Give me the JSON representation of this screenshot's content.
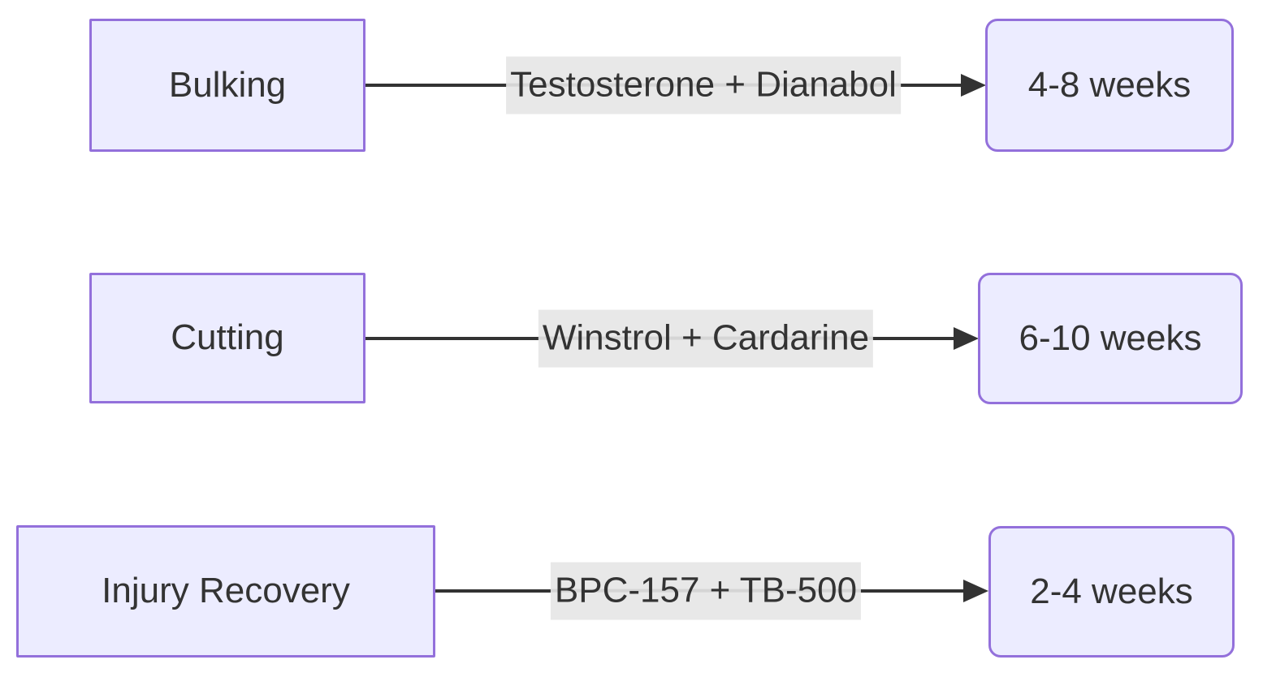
{
  "diagram": {
    "type": "flowchart",
    "direction": "left-to-right",
    "rows": [
      {
        "source": "Bulking",
        "edge_label": "Testosterone + Dianabol",
        "target": "4-8 weeks"
      },
      {
        "source": "Cutting",
        "edge_label": "Winstrol + Cardarine",
        "target": "6-10 weeks"
      },
      {
        "source": "Injury Recovery",
        "edge_label": "BPC-157 + TB-500",
        "target": "2-4 weeks"
      }
    ],
    "colors": {
      "node_fill": "#ECECFF",
      "node_border": "#9370DB",
      "edge_line": "#333333",
      "edge_label_bg": "#E8E8E8",
      "text": "#333333",
      "background": "#FFFFFF"
    }
  }
}
